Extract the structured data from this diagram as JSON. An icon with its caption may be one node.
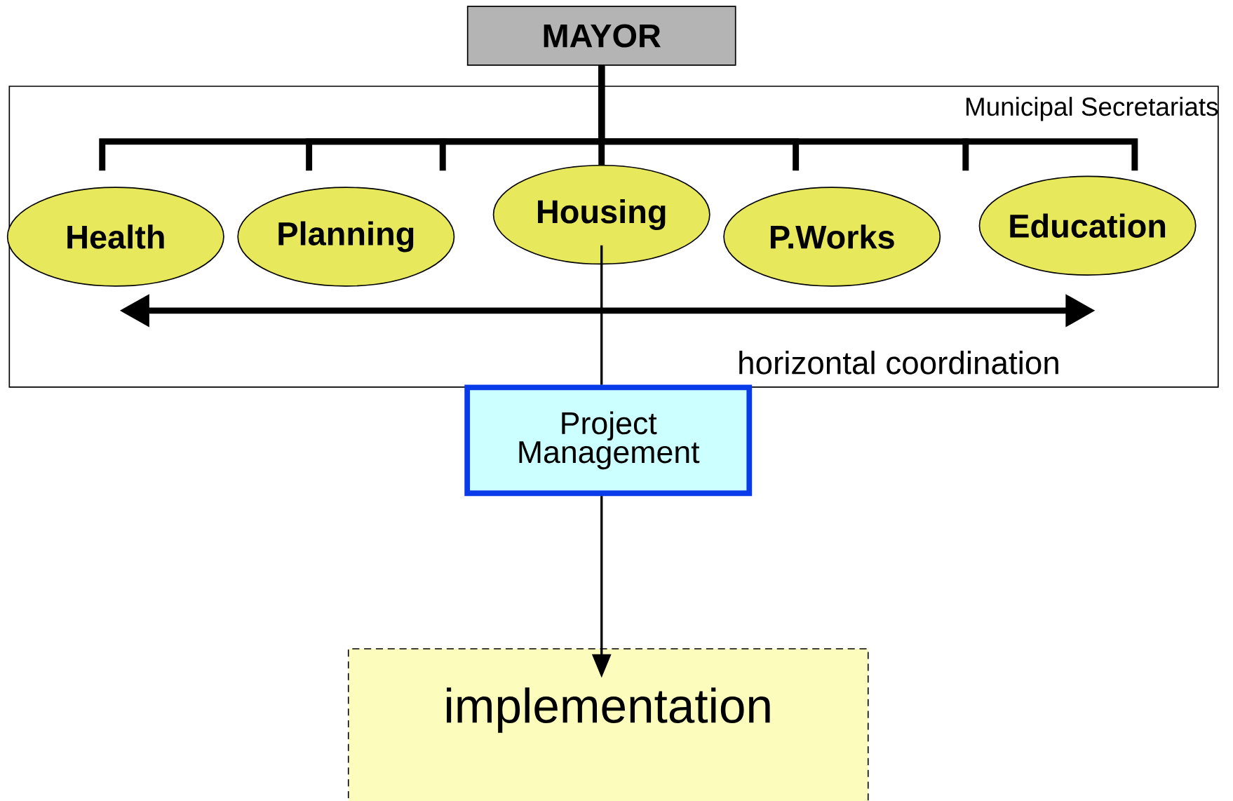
{
  "diagram": {
    "nodes": [
      {
        "text": [
          "MAYOR"
        ]
      },
      {
        "text": [
          "Municipal Secretariats"
        ]
      },
      {
        "text": [
          "Health"
        ],
        "in": 1
      },
      {
        "text": [
          "Planning"
        ],
        "in": 1
      },
      {
        "text": [
          "Housing"
        ],
        "in": 1
      },
      {
        "text": [
          "P.Works"
        ],
        "in": 1
      },
      {
        "text": [
          "Education"
        ],
        "in": 1
      },
      {
        "text": [
          "Project Management"
        ]
      },
      {
        "text": [
          "implementation"
        ]
      }
    ],
    "edges": [
      {
        "from": 0,
        "to": 2,
        "arrow": "none"
      },
      {
        "from": 0,
        "to": 3,
        "arrow": "none"
      },
      {
        "from": 0,
        "to": 4,
        "arrow": "none"
      },
      {
        "from": 0,
        "to": 5,
        "arrow": "none"
      },
      {
        "from": 0,
        "to": 6,
        "arrow": "none"
      },
      {
        "from": 4,
        "to": 7,
        "arrow": "none"
      },
      {
        "from": 7,
        "to": 8,
        "arrow": "to"
      }
    ],
    "labels": [
      "horizontal coordination"
    ]
  }
}
